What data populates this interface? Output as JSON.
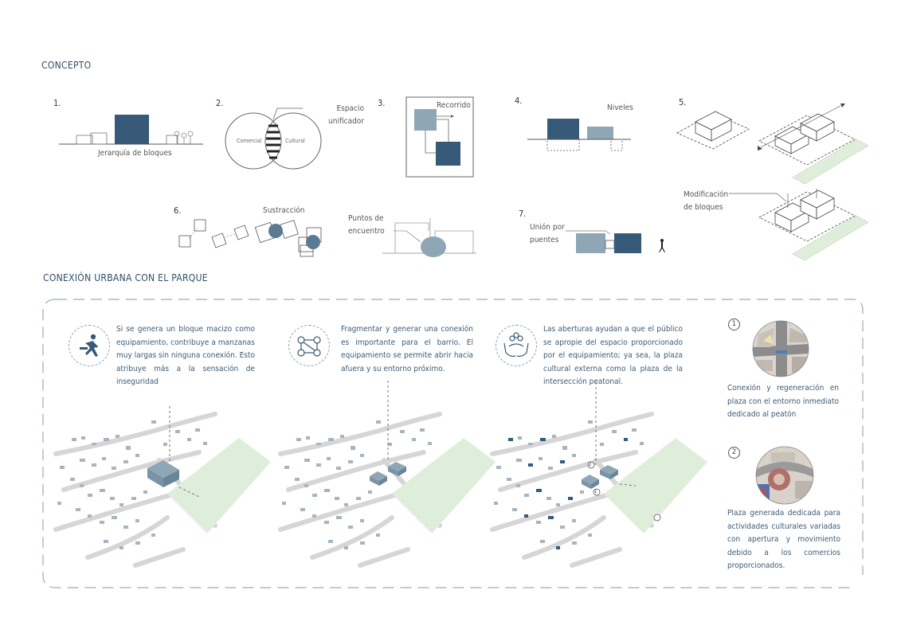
{
  "colors": {
    "dark": "#365a78",
    "light": "#8fa6b7",
    "green": "#dfeeda",
    "text": "#3d5a73"
  },
  "concepto": {
    "title": "CONCEPTO",
    "items": [
      {
        "num": "1.",
        "label": "Jerarquía de bloques"
      },
      {
        "num": "2.",
        "label": "Espacio unificador",
        "left": "Comercial",
        "right": "Cultural"
      },
      {
        "num": "3.",
        "label": "Recorrido"
      },
      {
        "num": "4.",
        "label": "Niveles"
      },
      {
        "num": "5.",
        "label": "Modificación de bloques"
      },
      {
        "num": "6.",
        "label": "Sustracción",
        "label2": "Puntos de encuentro"
      },
      {
        "num": "7.",
        "label": "Unión por puentes"
      }
    ]
  },
  "conexion": {
    "title": "CONEXIÓN URBANA CON EL PARQUE",
    "paragraphs": [
      "Si se genera un bloque macizo como equipamiento, contribuye a manzanas muy largas sin ninguna conexión. Esto atribuye más a la sensación de inseguridad",
      "Fragmentar y generar una conexión es importante para el barrio. El equipamiento se permite abrir hacia afuera y su entorno próximo.",
      "Las aberturas ayudan a que el público se apropie del espacio proporcionado por el equipamiento; ya sea, la plaza cultural externa como la plaza de la intersección peatonal."
    ],
    "side": [
      {
        "num": "1",
        "text": "Conexión y regeneración en plaza con el entorno inmediato dedicado al peatón"
      },
      {
        "num": "2",
        "text": "Plaza generada dedicada para actividades culturales variadas con apertura y movimiento debido a los comercios proporcionados."
      }
    ],
    "map_markers": [
      "2",
      "1"
    ]
  }
}
